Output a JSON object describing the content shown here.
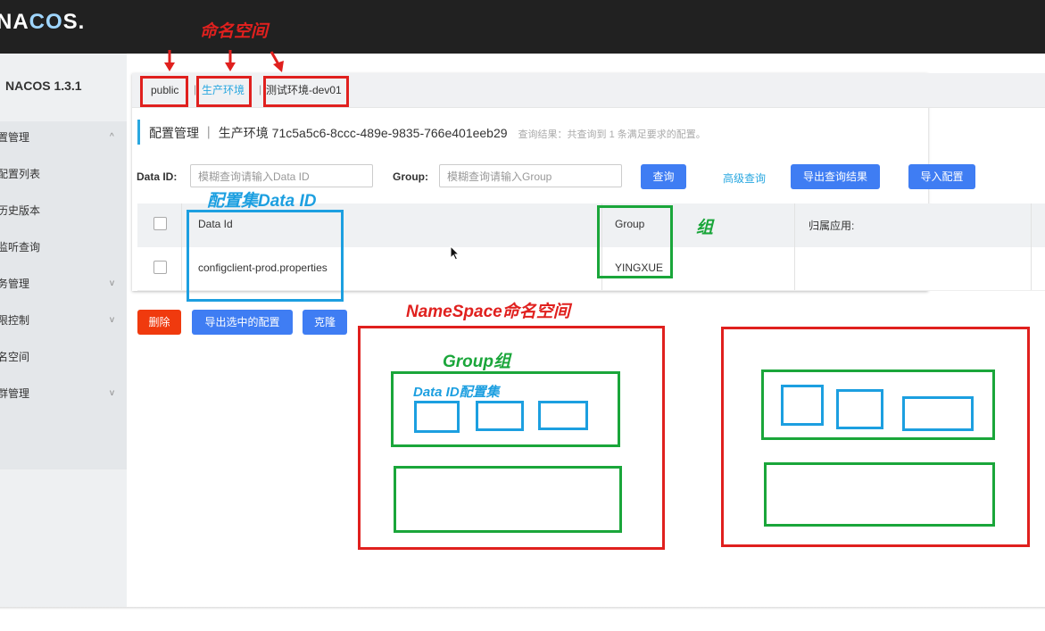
{
  "app": {
    "logo": "NACOS.",
    "logo_start": "NA",
    "logo_cc": "CO",
    "logo_end": "S.",
    "version": "NACOS 1.3.1"
  },
  "sidebar": {
    "items": [
      {
        "label": "置管理",
        "chevron": "^"
      },
      {
        "label": "配置列表"
      },
      {
        "label": "历史版本"
      },
      {
        "label": "监听查询"
      },
      {
        "label": "务管理",
        "chevron": "v"
      },
      {
        "label": "限控制",
        "chevron": "v"
      },
      {
        "label": "名空间"
      },
      {
        "label": "群管理",
        "chevron": "v"
      }
    ]
  },
  "tabs": {
    "public": "public",
    "prod": "生产环境",
    "test": "测试环境-dev01",
    "sep": "|"
  },
  "header": {
    "title": "配置管理 ｜ 生产环境  71c5a5c6-8ccc-489e-9835-766e401eeb29",
    "hint": "查询结果：共查询到 1 条满足要求的配置。"
  },
  "search": {
    "dataid_label": "Data ID:",
    "dataid_placeholder": "模糊查询请输入Data ID",
    "group_label": "Group:",
    "group_placeholder": "模糊查询请输入Group",
    "query_btn": "查询",
    "advanced_link": "高级查询",
    "export_btn": "导出查询结果",
    "import_btn": "导入配置"
  },
  "table": {
    "headers": {
      "dataid": "Data Id",
      "group": "Group",
      "app": "归属应用:"
    },
    "rows": [
      {
        "dataid": "configclient-prod.properties",
        "group": "YINGXUE",
        "app": ""
      }
    ]
  },
  "actions": {
    "delete": "删除",
    "export_selected": "导出选中的配置",
    "clone": "克隆"
  },
  "annotations": {
    "namespace_cn": "命名空间",
    "dataid_set": "配置集Data ID",
    "group_cn": "组",
    "namespace_en": "NameSpace命名空间",
    "group_en": "Group组",
    "dataid_cn": "Data ID配置集"
  },
  "colors": {
    "red": "#e0201e",
    "green": "#1aa63a",
    "blue": "#1c9fe0",
    "primary": "#3f7df3",
    "danger": "#f03a0e"
  }
}
